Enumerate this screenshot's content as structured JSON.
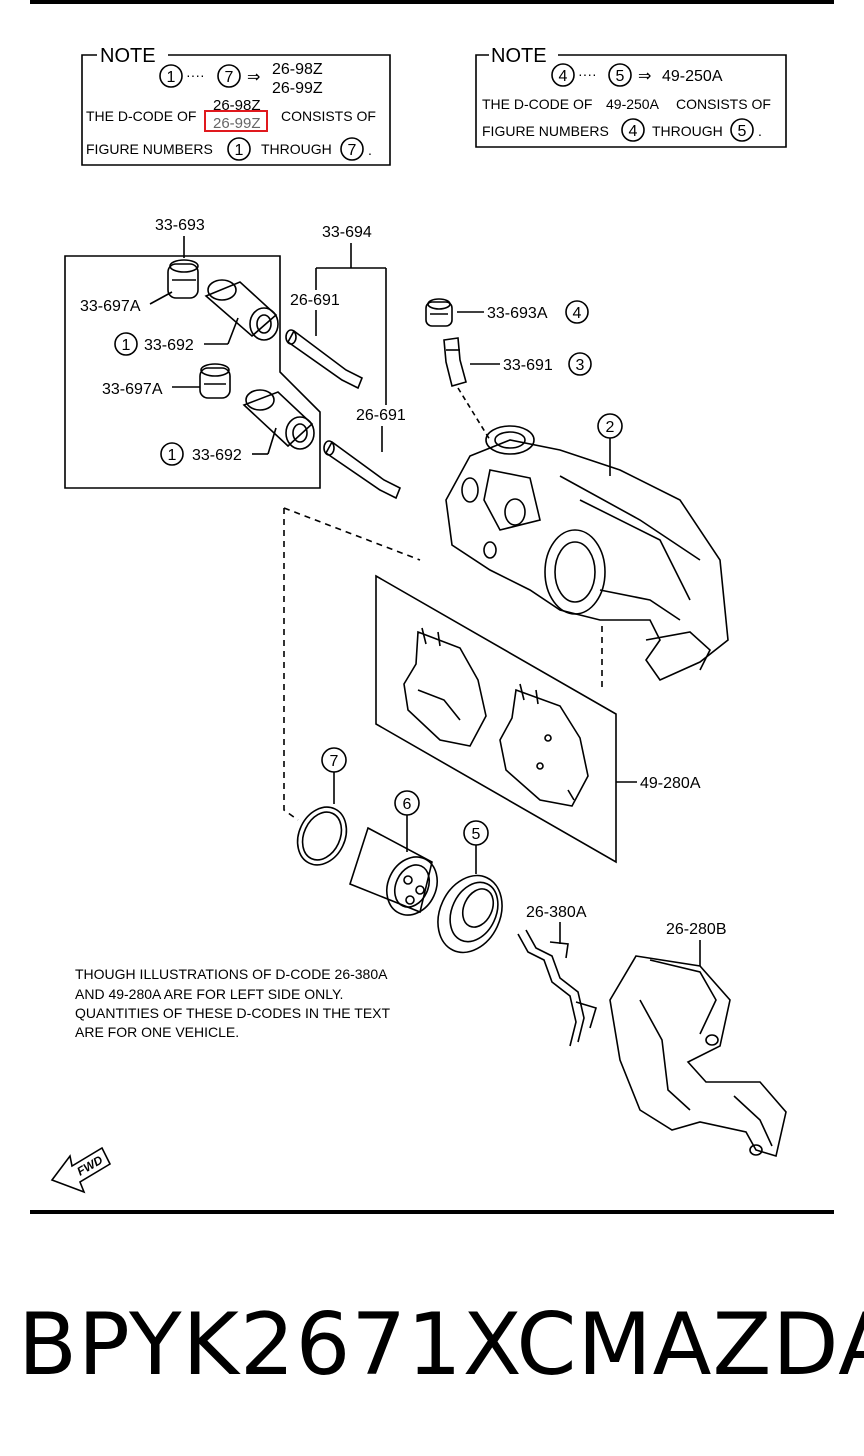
{
  "notes": [
    {
      "heading": "NOTE",
      "range_from": "1",
      "range_dots": "····",
      "range_to": "7",
      "arrow": "⇒",
      "codes": [
        "26-98Z",
        "26-99Z"
      ],
      "line1_prefix": "THE D-CODE OF",
      "line1_codes": [
        "26-98Z",
        "26-99Z"
      ],
      "line1_suffix": "CONSISTS OF",
      "line2_prefix": "FIGURE NUMBERS",
      "line2_from": "1",
      "line2_mid": "THROUGH",
      "line2_to": "7",
      "line2_end": "."
    },
    {
      "heading": "NOTE",
      "range_from": "4",
      "range_dots": "····",
      "range_to": "5",
      "arrow": "⇒",
      "codes": [
        "49-250A"
      ],
      "line1_prefix": "THE D-CODE OF",
      "line1_codes": [
        "49-250A"
      ],
      "line1_suffix": "CONSISTS OF",
      "line2_prefix": "FIGURE NUMBERS",
      "line2_from": "4",
      "line2_mid": "THROUGH",
      "line2_to": "5",
      "line2_end": "."
    }
  ],
  "labels": {
    "l33693": "33-693",
    "l33697a_1": "33-697A",
    "l33692_1": "33-692",
    "l33697a_2": "33-697A",
    "l33692_2": "33-692",
    "l33694": "33-694",
    "l26691_1": "26-691",
    "l26691_2": "26-691",
    "l33693a": "33-693A",
    "l33691": "33-691",
    "l49280a": "49-280A",
    "l26380a": "26-380A",
    "l26280b": "26-280B"
  },
  "callouts": {
    "c1a": "1",
    "c1b": "1",
    "c2": "2",
    "c3": "3",
    "c4": "4",
    "c5": "5",
    "c6": "6",
    "c7": "7"
  },
  "remark": [
    "THOUGH ILLUSTRATIONS OF D-CODE 26-380A",
    "AND 49-280A ARE FOR LEFT SIDE ONLY.",
    "QUANTITIES OF THESE D-CODES IN THE TEXT",
    "ARE FOR ONE VEHICLE."
  ],
  "fwd": "FWD",
  "part_number": "BPYK2671XC",
  "brand": "MAZDA",
  "colors": {
    "highlight": "#e0191e",
    "ink": "#000000"
  }
}
